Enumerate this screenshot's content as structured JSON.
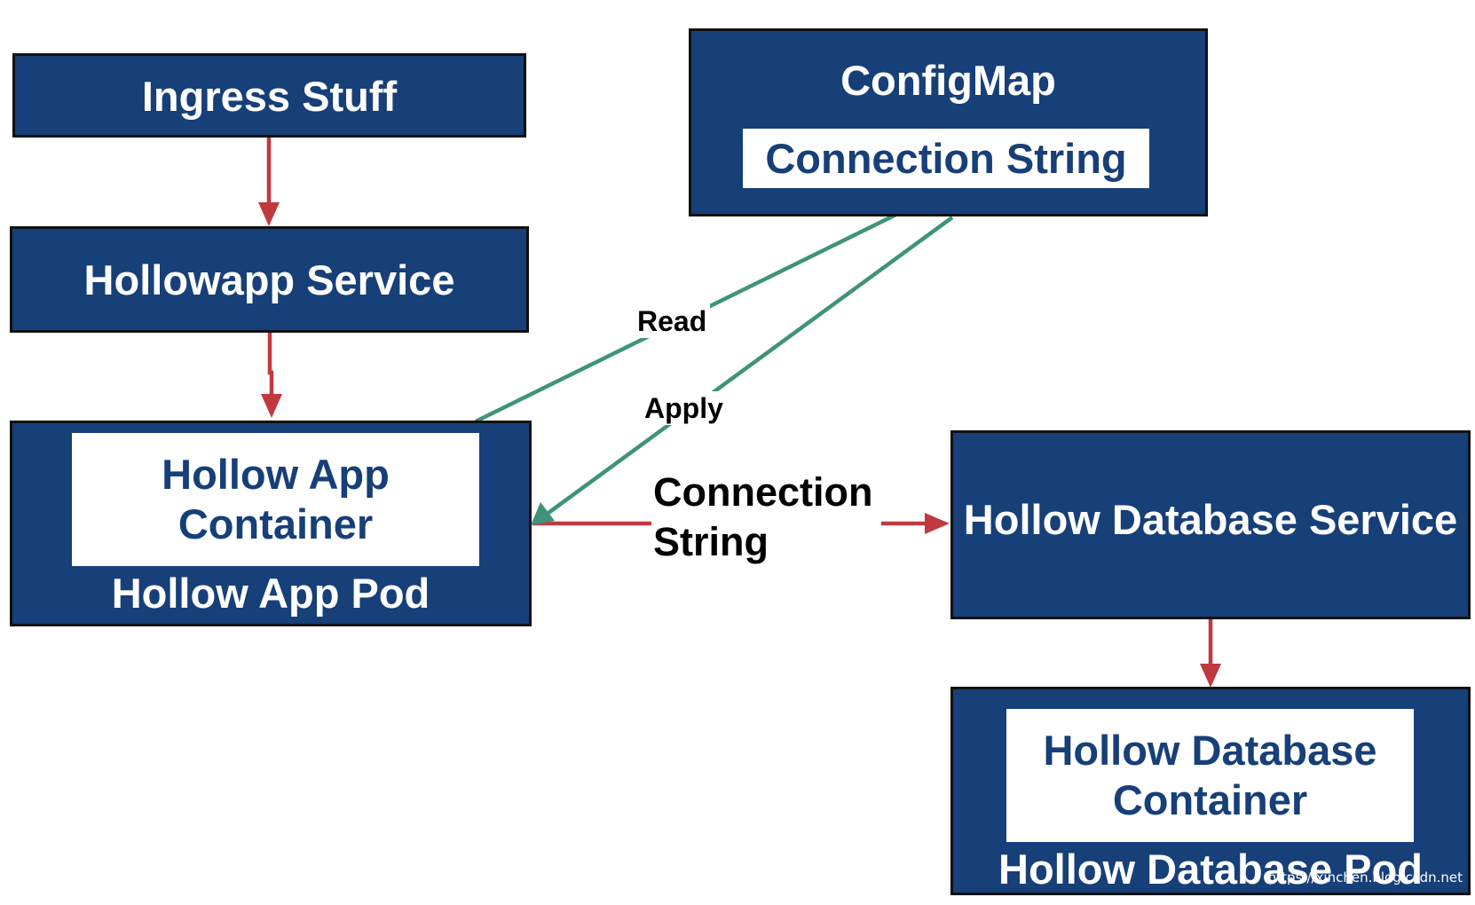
{
  "nodes": {
    "ingress": {
      "title": "Ingress Stuff"
    },
    "hollowapp_service": {
      "title": "Hollowapp Service"
    },
    "configmap": {
      "title": "ConfigMap",
      "inner": "Connection String"
    },
    "app_pod": {
      "title": "Hollow App Pod",
      "inner_line1": "Hollow App",
      "inner_line2": "Container"
    },
    "db_service": {
      "title": "Hollow Database Service"
    },
    "db_pod": {
      "title": "Hollow Database Pod",
      "inner_line1": "Hollow Database",
      "inner_line2": "Container"
    }
  },
  "edges": {
    "read": {
      "label": "Read"
    },
    "apply": {
      "label": "Apply"
    },
    "connection": {
      "label_line1": "Connection",
      "label_line2": "String"
    }
  },
  "watermark": "https://xinchen.blog.csdn.net",
  "colors": {
    "box_fill": "#173f78",
    "box_border": "#111111",
    "flow_arrow": "#c0393f",
    "config_arrow": "#3f937a"
  }
}
